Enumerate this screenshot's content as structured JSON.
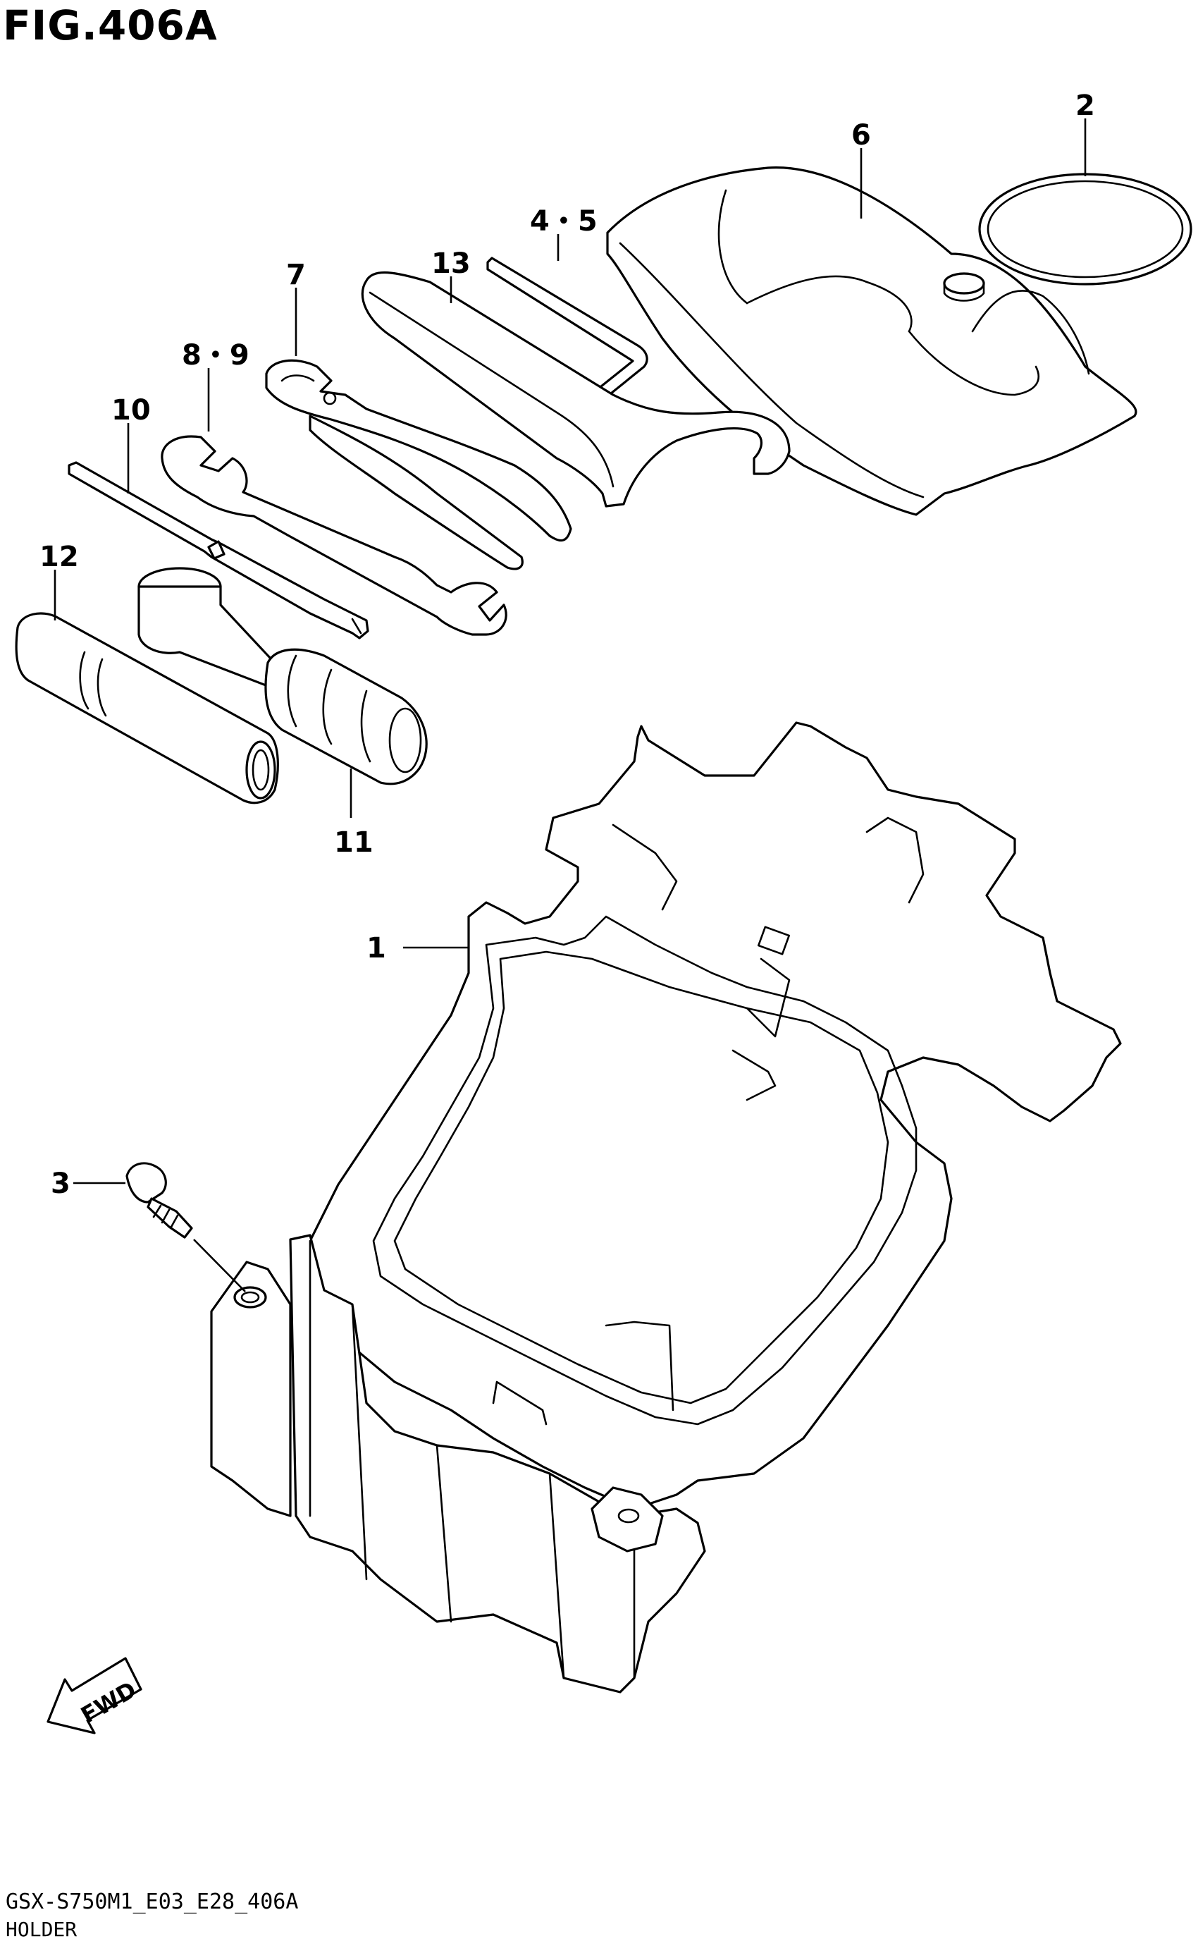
{
  "figure": {
    "title": "FIG.406A",
    "code": "GSX-S750M1_E03_E28_406A",
    "name": "HOLDER"
  },
  "callouts": {
    "c1": "1",
    "c2": "2",
    "c3": "3",
    "c45": "4・5",
    "c6": "6",
    "c7": "7",
    "c89": "8・9",
    "c10": "10",
    "c11": "11",
    "c12": "12",
    "c13": "13"
  },
  "fwd_label": "FWD",
  "icons": {
    "fwd": "fwd-arrow-icon"
  }
}
